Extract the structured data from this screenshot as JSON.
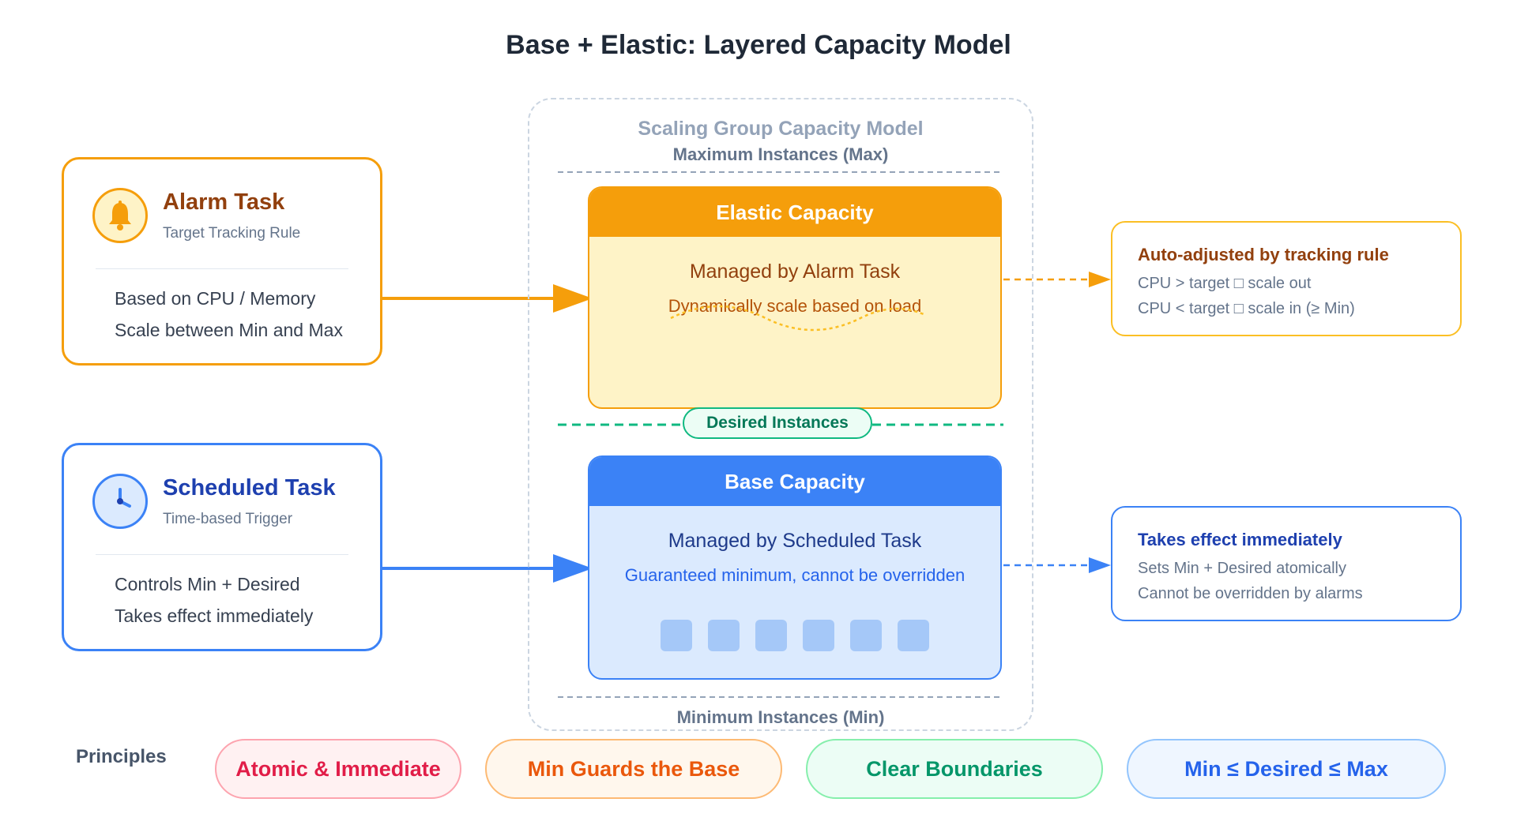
{
  "title": "Base + Elastic: Layered Capacity Model",
  "colors": {
    "elastic": "#f59e0b",
    "base": "#3b82f6",
    "desired": "#10b981",
    "group_border": "#cbd5e1"
  },
  "group": {
    "title": "Scaling Group Capacity Model",
    "max_label": "Maximum Instances (Max)",
    "min_label": "Minimum Instances (Min)",
    "desired_label": "Desired Instances"
  },
  "elastic": {
    "header": "Elastic Capacity",
    "line1": "Managed by Alarm Task",
    "line2": "Dynamically scale based on load"
  },
  "base": {
    "header": "Base Capacity",
    "line1": "Managed by Scheduled Task",
    "line2": "Guaranteed minimum, cannot be overridden",
    "instance_icons": [
      "instance-icon",
      "instance-icon",
      "instance-icon",
      "instance-icon",
      "instance-icon",
      "instance-icon"
    ]
  },
  "alarm_task": {
    "icon": "bell-icon",
    "name": "Alarm Task",
    "subtitle": "Target Tracking Rule",
    "line1": "Based on CPU / Memory",
    "line2": "Scale between Min and Max"
  },
  "scheduled_task": {
    "icon": "clock-icon",
    "name": "Scheduled Task",
    "subtitle": "Time-based Trigger",
    "line1": "Controls Min + Desired",
    "line2": "Takes effect immediately"
  },
  "elastic_note": {
    "title": "Auto-adjusted by tracking rule",
    "line1": "CPU > target □ scale out",
    "line2": "CPU < target □ scale in (≥ Min)"
  },
  "base_note": {
    "title": "Takes effect immediately",
    "line1": "Sets Min + Desired atomically",
    "line2": "Cannot be overridden by alarms"
  },
  "principles": {
    "label": "Principles",
    "items": [
      "Atomic & Immediate",
      "Min Guards the Base",
      "Clear Boundaries",
      "Min ≤ Desired ≤ Max"
    ]
  }
}
